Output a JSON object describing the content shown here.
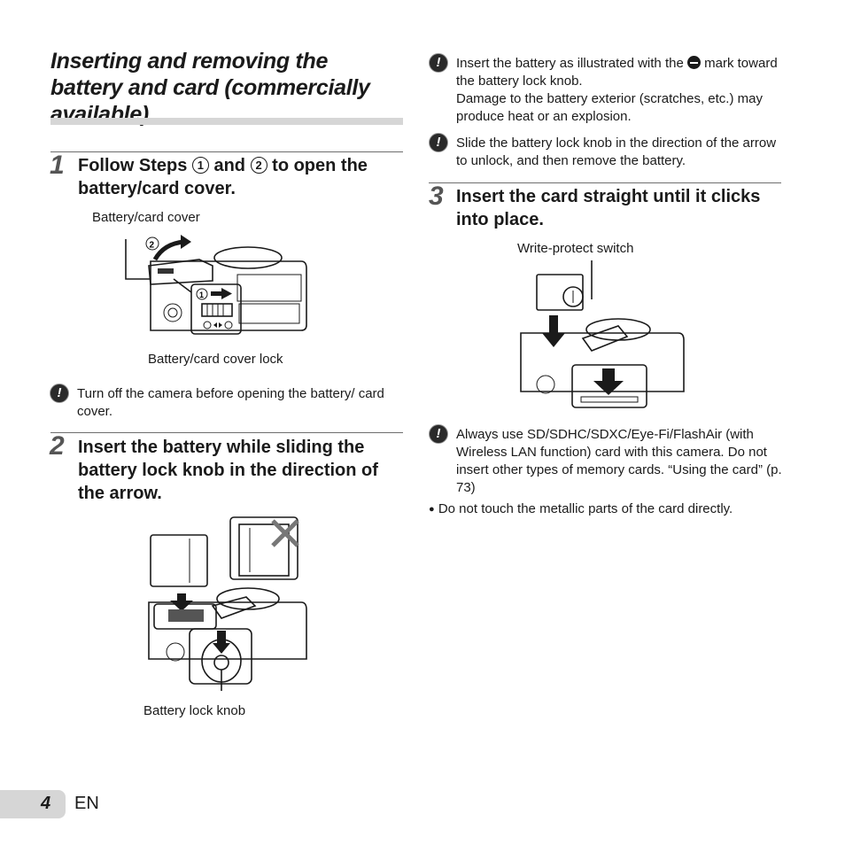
{
  "title": "Inserting and removing the battery and card (commercially available)",
  "step1": {
    "num": "1",
    "text_a": "Follow Steps",
    "circ_1": "1",
    "text_b": "and",
    "circ_2": "2",
    "text_c": "to open the battery/card cover.",
    "label_cover": "Battery/card cover",
    "label_lock": "Battery/card cover lock",
    "note": "Turn off the camera before opening the battery/ card cover."
  },
  "step2": {
    "num": "2",
    "text": "Insert the battery while sliding the battery lock knob in the direction of the arrow.",
    "label_knob": "Battery lock knob"
  },
  "right_notes": {
    "note1_a": "Insert the battery as illustrated with the",
    "note1_b": "mark toward the battery lock knob.",
    "note1_c": "Damage to the battery exterior (scratches, etc.) may produce heat or an explosion.",
    "note2": "Slide the battery lock knob in the direction of the arrow to unlock, and then remove the battery."
  },
  "step3": {
    "num": "3",
    "text": "Insert the card straight until it clicks into place.",
    "label_switch": "Write-protect switch",
    "note": "Always use SD/SDHC/SDXC/Eye-Fi/FlashAir (with Wireless LAN function) card with this camera. Do not insert other types of memory cards. “Using the card” (p. 73)",
    "bullet": "Do not touch the metallic parts of the card directly."
  },
  "footer": {
    "page": "4",
    "lang": "EN"
  },
  "icons": {
    "warning": "warning-icon",
    "minus": "minus-mark-icon",
    "bullet": "●"
  }
}
